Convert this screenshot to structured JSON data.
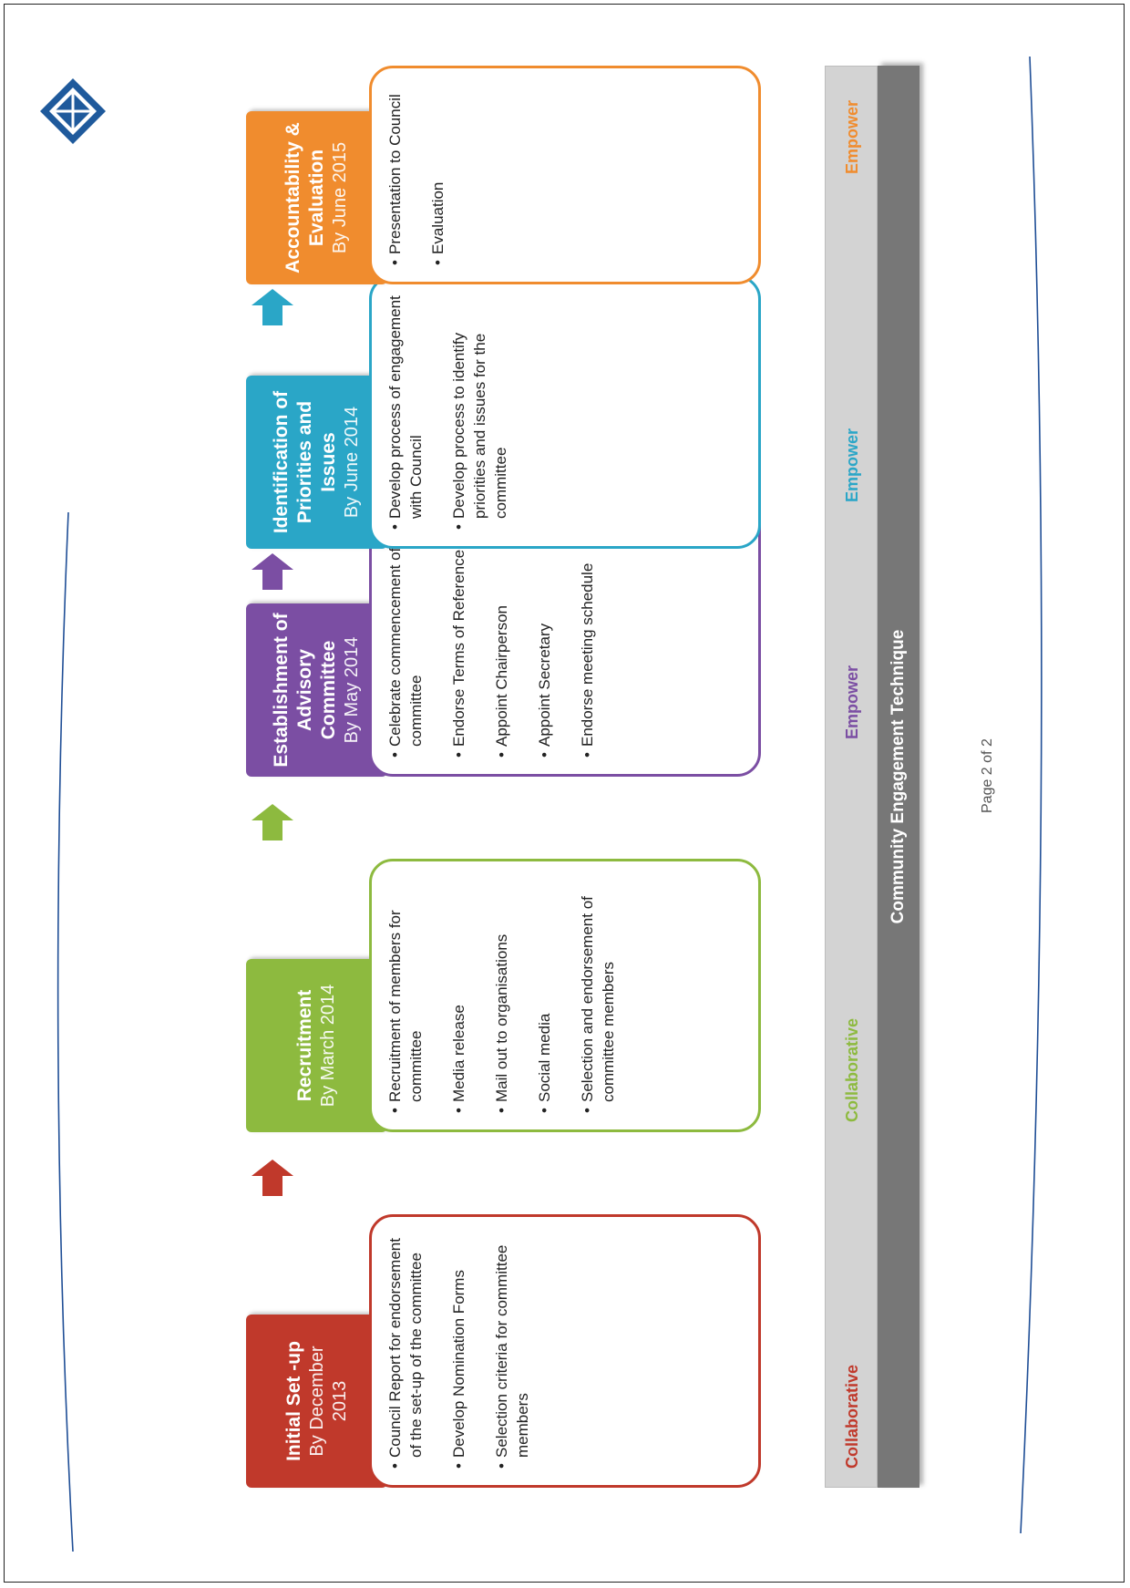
{
  "page": {
    "footer": "Page 2 of 2"
  },
  "logo": {
    "icon": "council-logo-icon",
    "color": "#1f5a9c"
  },
  "flow": [
    {
      "title": "Initial Set -up",
      "date": "By December 2013",
      "color": "#c0392b",
      "items": [
        "Council Report for endorsement of the set-up of the committee",
        "Develop Nomination Forms",
        "Selection criteria for committee members"
      ]
    },
    {
      "title": "Recruitment",
      "date": "By March 2014",
      "color": "#8dba3f",
      "items": [
        "Recruitment of members for committee",
        "Media release",
        "Mail out to organisations",
        "Social media",
        "Selection and endorsement of committee members"
      ]
    },
    {
      "title": "Establishment of Advisory Committee",
      "date": "By May 2014",
      "color": "#7b4ea3",
      "items": [
        "Celebrate commencement of committee",
        "Endorse Terms of Reference",
        "Appoint Chairperson",
        "Appoint Secretary",
        "Endorse meeting schedule"
      ]
    },
    {
      "title": "Identification of Priorities and Issues",
      "date": "By June 2014",
      "color": "#2aa6c7",
      "items": [
        "Develop process of engagement with Council",
        "Develop process to identify priorities and issues for the committee"
      ]
    },
    {
      "title": "Accountability & Evaluation",
      "date": "By June 2015",
      "color": "#f08c2e",
      "items": [
        "Presentation to Council",
        "Evaluation"
      ]
    }
  ],
  "arrows": [
    {
      "color": "#c0392b"
    },
    {
      "color": "#8dba3f"
    },
    {
      "color": "#7b4ea3"
    },
    {
      "color": "#2aa6c7"
    }
  ],
  "technique": {
    "title": "Community Engagement Technique",
    "levels": [
      {
        "label": "Collaborative",
        "color": "#c0392b"
      },
      {
        "label": "Collaborative",
        "color": "#8dba3f"
      },
      {
        "label": "Empower",
        "color": "#7b4ea3"
      },
      {
        "label": "Empower",
        "color": "#2aa6c7"
      },
      {
        "label": "Empower",
        "color": "#f08c2e"
      }
    ]
  }
}
